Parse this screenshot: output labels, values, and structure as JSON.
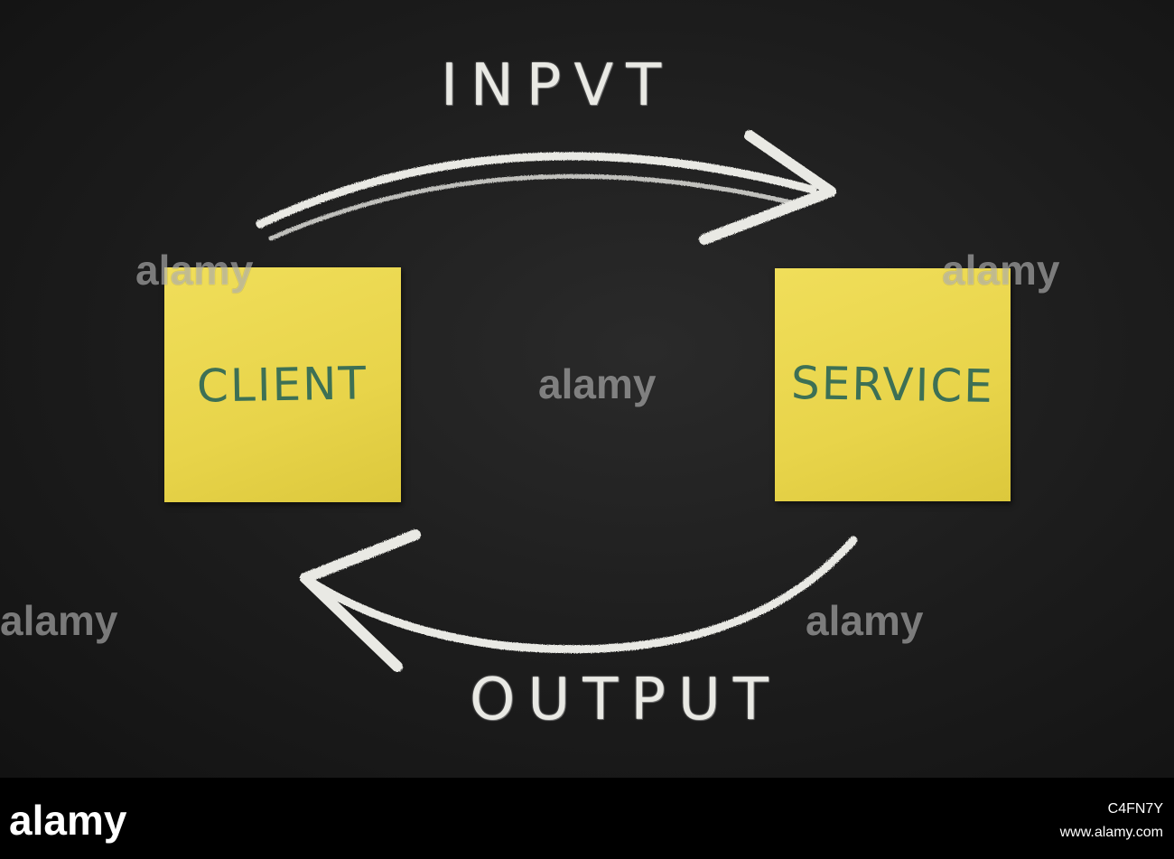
{
  "board": {
    "label_input": "INPVT",
    "label_output": "OUTPUT",
    "note_client": "CLIENT",
    "note_service": "SERVICE",
    "chalk_color": "#e9e9e4",
    "note_color": "#e8d44a",
    "note_text_color": "#3d7055"
  },
  "watermark": {
    "text": "alamy"
  },
  "footer": {
    "logo": "alamy",
    "image_id": "C4FN7Y",
    "url": "www.alamy.com"
  }
}
